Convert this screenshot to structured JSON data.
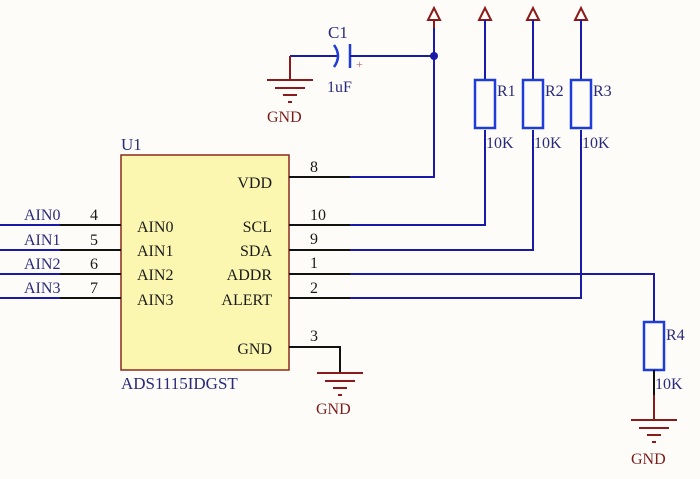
{
  "colors": {
    "wire": "#1a1aa8",
    "pin": "#111111",
    "power": "#8b1a1a",
    "ic_fill": "#fbf7b0",
    "ic_border": "#8b2a1a",
    "resistor": "#1e3cd8",
    "label_blue": "#2a2a7a",
    "label_red": "#7a1c1c"
  },
  "ic": {
    "designator": "U1",
    "part": "ADS1115IDGST",
    "left_pins": [
      {
        "name": "AIN0",
        "number": "4",
        "net": "AIN0"
      },
      {
        "name": "AIN1",
        "number": "5",
        "net": "AIN1"
      },
      {
        "name": "AIN2",
        "number": "6",
        "net": "AIN2"
      },
      {
        "name": "AIN3",
        "number": "7",
        "net": "AIN3"
      }
    ],
    "right_pins": [
      {
        "name": "VDD",
        "number": "8"
      },
      {
        "name": "SCL",
        "number": "10"
      },
      {
        "name": "SDA",
        "number": "9"
      },
      {
        "name": "ADDR",
        "number": "1"
      },
      {
        "name": "ALERT",
        "number": "2"
      },
      {
        "name": "GND",
        "number": "3"
      }
    ]
  },
  "capacitor": {
    "designator": "C1",
    "value": "1uF",
    "polarity": "+"
  },
  "resistors": [
    {
      "designator": "R1",
      "value": "10K"
    },
    {
      "designator": "R2",
      "value": "10K"
    },
    {
      "designator": "R3",
      "value": "10K"
    },
    {
      "designator": "R4",
      "value": "10K"
    }
  ],
  "grounds": [
    {
      "label": "GND"
    },
    {
      "label": "GND"
    },
    {
      "label": "GND"
    }
  ]
}
